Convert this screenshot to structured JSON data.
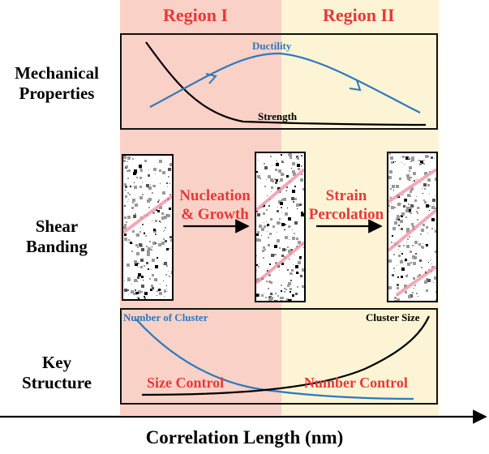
{
  "regions": [
    {
      "label": "Region I",
      "background": "#f9d1c6"
    },
    {
      "label": "Region II",
      "background": "#fcf4d4"
    }
  ],
  "rows": {
    "mechanical": {
      "label_line1": "Mechanical",
      "label_line2": "Properties"
    },
    "shear": {
      "label_line1": "Shear",
      "label_line2": "Banding"
    },
    "key": {
      "label_line1": "Key",
      "label_line2": "Structure"
    }
  },
  "mechanical_panel": {
    "ductility_label": "Ductility",
    "strength_label": "Strength",
    "ductility_color": "#2a79c0",
    "strength_color": "#000000"
  },
  "shear_stages": [
    {
      "line1": "Nucleation",
      "line2": "& Growth"
    },
    {
      "line1": "Strain",
      "line2": "Percolation"
    }
  ],
  "key_panel": {
    "number_of_cluster_label": "Number of Cluster",
    "cluster_size_label": "Cluster Size",
    "size_control_label": "Size Control",
    "number_control_label": "Number Control",
    "number_color": "#2a79c0",
    "size_color": "#000000"
  },
  "axis": {
    "title": "Correlation Length (nm)"
  },
  "accent_color": "#e8383a"
}
